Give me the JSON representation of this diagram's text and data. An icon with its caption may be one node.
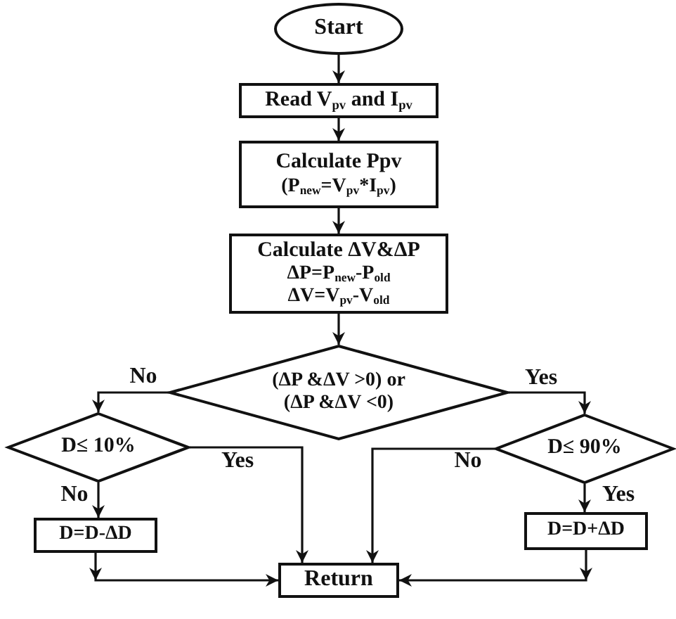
{
  "diagram": {
    "nodes": [
      {
        "text": [
          "Start"
        ]
      },
      {
        "text": [
          "Read V$_{pv}$ and I$_{pv}$"
        ]
      },
      {
        "text": [
          "Calculate Ppv",
          "(P$_{new}$=V$_{pv}$*I$_{pv}$)"
        ]
      },
      {
        "text": [
          "Calculate ΔV&ΔP",
          "ΔP=P$_{new}$-P$_{old}$",
          "ΔV=V$_{pv}$-V$_{old}$"
        ]
      },
      {
        "text": [
          "(ΔP &ΔV >0) or (ΔP &ΔV <0)"
        ]
      },
      {
        "text": [
          "D≤ 10%"
        ]
      },
      {
        "text": [
          "D≤ 90%"
        ]
      },
      {
        "text": [
          "D=D-ΔD"
        ]
      },
      {
        "text": [
          "D=D+ΔD"
        ]
      },
      {
        "text": [
          "Return"
        ]
      }
    ],
    "edges": [
      {
        "from": 0,
        "to": 1,
        "arrow": "to"
      },
      {
        "from": 1,
        "to": 2,
        "arrow": "to"
      },
      {
        "from": 2,
        "to": 3,
        "arrow": "to"
      },
      {
        "from": 3,
        "to": 4,
        "arrow": "to"
      },
      {
        "from": 4,
        "to": 5,
        "arrow": "to",
        "label": "No"
      },
      {
        "from": 4,
        "to": 6,
        "arrow": "to",
        "label": "Yes"
      },
      {
        "from": 5,
        "to": 9,
        "arrow": "to",
        "label": "Yes"
      },
      {
        "from": 5,
        "to": 7,
        "arrow": "to",
        "label": "No"
      },
      {
        "from": 6,
        "to": 9,
        "arrow": "to",
        "label": "No"
      },
      {
        "from": 6,
        "to": 8,
        "arrow": "to",
        "label": "Yes"
      },
      {
        "from": 7,
        "to": 9,
        "arrow": "to"
      },
      {
        "from": 8,
        "to": 9,
        "arrow": "to"
      }
    ]
  }
}
